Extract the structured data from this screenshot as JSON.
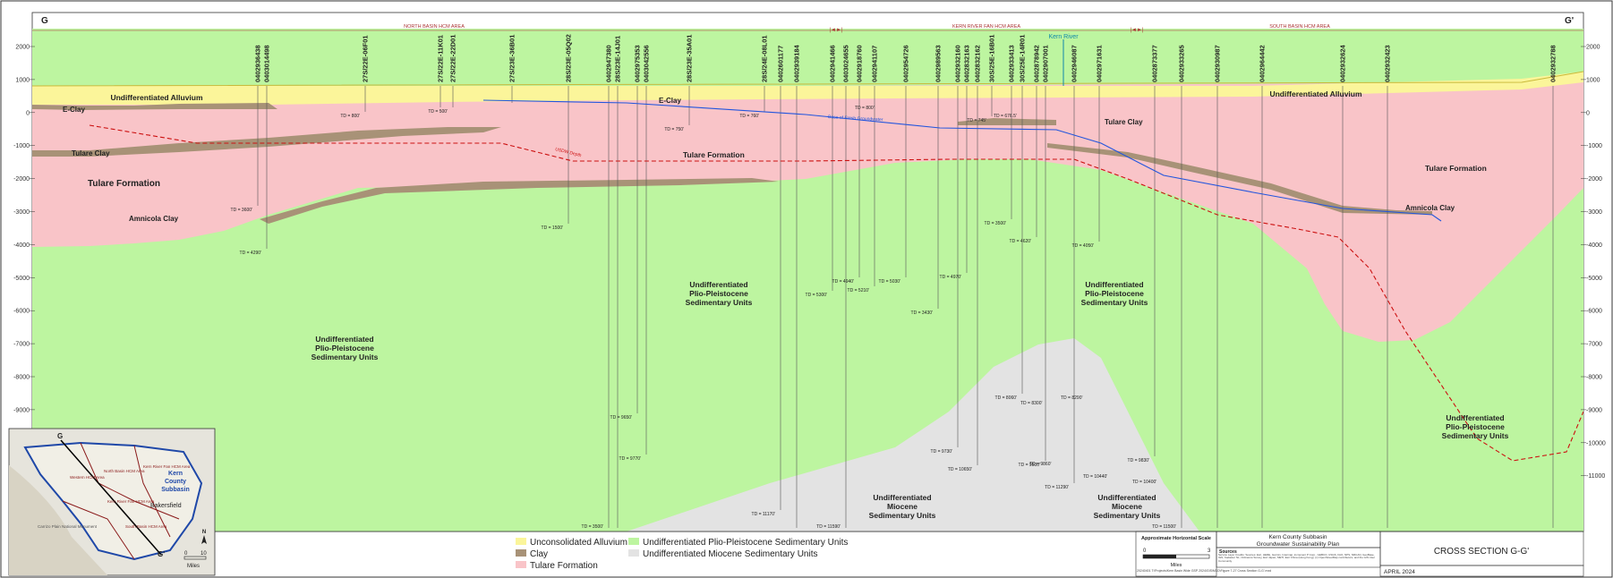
{
  "section": {
    "left_letter": "G",
    "right_letter": "G'",
    "areas": [
      "NORTH BASIN HCM AREA",
      "KERN RIVER FAN HCM AREA",
      "SOUTH BASIN HCM AREA"
    ],
    "river": "Kern River"
  },
  "elevation_ticks": [
    "2000",
    "1000",
    "0",
    "-1000",
    "-2000",
    "-3000",
    "-4000",
    "-5000",
    "-6000",
    "-7000",
    "-8000",
    "-9000",
    "-10000",
    "-11000"
  ],
  "wells": [
    {
      "name": "0402936438",
      "td": "TD = 3600'"
    },
    {
      "name": "0403014498",
      "td": "TD = 4290'"
    },
    {
      "name": "27S/22E-06F01",
      "td": "TD = 800'"
    },
    {
      "name": "27S/22E-11K01",
      "td": ""
    },
    {
      "name": "27S/22E-22D01",
      "td": "TD = 500'"
    },
    {
      "name": "27S/23E-36B01",
      "td": ""
    },
    {
      "name": "28S/23E-05Q02",
      "td": "TD = 1500'"
    },
    {
      "name": "0402947380",
      "td": "TD = 3500'"
    },
    {
      "name": "28S/23E-14J01",
      "td": ""
    },
    {
      "name": "0402975353",
      "td": "TD = 9650'"
    },
    {
      "name": "0403042556",
      "td": "TD = 9770'"
    },
    {
      "name": "28S/23E-35A01",
      "td": "TD = 750'"
    },
    {
      "name": "28S/24E-08L01",
      "td": "TD = 760'"
    },
    {
      "name": "0402601177",
      "td": "TD = 11170'"
    },
    {
      "name": "0402939184",
      "td": ""
    },
    {
      "name": "0402941466",
      "td": "TD = 5300'"
    },
    {
      "name": "0403024655",
      "td": "TD = 11590'"
    },
    {
      "name": "0402918760",
      "td": "TD = 4940'"
    },
    {
      "name": "0402941107",
      "td": "TD = 5210'"
    },
    {
      "name": "0402954726",
      "td": "TD = 5030'"
    },
    {
      "name": "0402989563",
      "td": "TD = 3430'"
    },
    {
      "name": "0402932160",
      "td": "TD = 9730'"
    },
    {
      "name": "0402832163",
      "td": "TD = 4970'"
    },
    {
      "name": "0402832162",
      "td": "TD = 10650'"
    },
    {
      "name": "30S/25E-16B01",
      "td": "TD = 745'"
    },
    {
      "name": "0402933413",
      "td": "TD = 3500'"
    },
    {
      "name": "30S/25E-14R01",
      "td": "TD = 8060'"
    },
    {
      "name": "0402878942",
      "td": "TD = 4620'"
    },
    {
      "name": "0402907001",
      "td": "TD = 9500'"
    },
    {
      "name": "0402946087",
      "td": "TD = 11290'"
    },
    {
      "name": "0402971631",
      "td": "TD = 4050'"
    },
    {
      "name": "0402873377",
      "td": "TD = 9830'"
    },
    {
      "name": "0402933265",
      "td": "TD = 11500'"
    },
    {
      "name": "0402930987",
      "td": ""
    },
    {
      "name": "0402964442",
      "td": ""
    },
    {
      "name": "0402932624",
      "td": ""
    },
    {
      "name": "0402932423",
      "td": ""
    },
    {
      "name": "0402932788",
      "td": ""
    }
  ],
  "extra_td_labels": [
    "TD = 800'",
    "TD = 676.5'",
    "TD = 10440'",
    "TD = 8290'",
    "TD = 8300'",
    "TD = 9860'",
    "TD = 10400'"
  ],
  "unit_labels": {
    "alluvium_left": "Undifferentiated Alluvium",
    "alluvium_right": "Undifferentiated Alluvium",
    "eclay_left": "E-Clay",
    "eclay_mid": "E-Clay",
    "tulare_clay_left": "Tulare Clay",
    "tulare_clay_right": "Tulare Clay",
    "tulare_formation_left": "Tulare Formation",
    "tulare_formation_mid": "Tulare Formation",
    "tulare_formation_right": "Tulare Formation",
    "amnicola_left": "Amnicola Clay",
    "amnicola_right": "Amnicola Clay",
    "plio_pleistocene_1": [
      "Undifferentiated",
      "Plio-Pleistocene",
      "Sedimentary Units"
    ],
    "plio_pleistocene_2": [
      "Undifferentiated",
      "Plio-Pleistocene",
      "Sedimentary Units"
    ],
    "plio_pleistocene_3": [
      "Undifferentiated",
      "Plio-Pleistocene",
      "Sedimentary Units"
    ],
    "plio_pleistocene_4": [
      "Undifferentiated",
      "Plio-Pleistocene",
      "Sedimentary Units"
    ],
    "miocene_1": [
      "Undifferentiated",
      "Miocene",
      "Sedimentary Units"
    ],
    "miocene_2": [
      "Undifferentiated",
      "Miocene",
      "Sedimentary Units"
    ],
    "usdw": "USDW Depth",
    "fresh_gw": "Base of Fresh Groundwater"
  },
  "legend": [
    {
      "label": "Unconsolidated Alluvium",
      "color": "#fbf59a"
    },
    {
      "label": "Clay",
      "color": "#a89277"
    },
    {
      "label": "Tulare Formation",
      "color": "#f9c4c8"
    },
    {
      "label": "Undifferentiated Plio-Pleistocene Sedimentary Units",
      "color": "#bdf5a0"
    },
    {
      "label": "Undifferentiated Miocene Sedimentary Units",
      "color": "#e3e3e3"
    }
  ],
  "colors": {
    "alluvium": "#fbf59a",
    "clay": "#a89277",
    "tulare": "#f9c4c8",
    "plio": "#bdf5a0",
    "miocene": "#e3e3e3",
    "usdw_line": "#cc1111",
    "fresh_line": "#2255dd",
    "river": "#1188aa"
  },
  "scale": {
    "title": "Approximate Horizontal Scale",
    "min": "0",
    "max": "3",
    "unit": "Miles"
  },
  "title_block": {
    "project_line1": "Kern County Subbasin",
    "project_line2": "Groundwater Sustainability Plan",
    "sources_title": "Sources",
    "sources_text": "Service Layer Credits: Sources: Esri, HERE, Garmin, Intermap, increment P Corp., GEBCO, USGS, FAO, NPS, NRCAN, GeoBase, IGN, Kadaster NL, Ordnance Survey, Esri Japan, METI, Esri China (Hong Kong), (c) OpenStreetMap contributors, and the GIS User Community",
    "file_path": "20240401 T:\\Projects\\Kern Basin Wide GSP 2024\\GIS\\MXD\\Figure 7-27 Cross Section G-G'.mxd",
    "sheet_title": "CROSS SECTION G-G'",
    "date": "APRIL 2024"
  },
  "inset": {
    "letter_top": "G",
    "letter_bottom": "G'",
    "title": [
      "Kern",
      "County",
      "Subbasin"
    ],
    "city": "Bakersfield",
    "labels": [
      "Western HCM Area",
      "North Basin HCM Area",
      "Kern River Fan HCM Area",
      "Kern River Fan HCM Area",
      "South Basin HCM Area",
      "Carrizo Plain National Monument"
    ],
    "north": "N",
    "scale_min": "0",
    "scale_max": "10",
    "scale_unit": "Miles"
  }
}
